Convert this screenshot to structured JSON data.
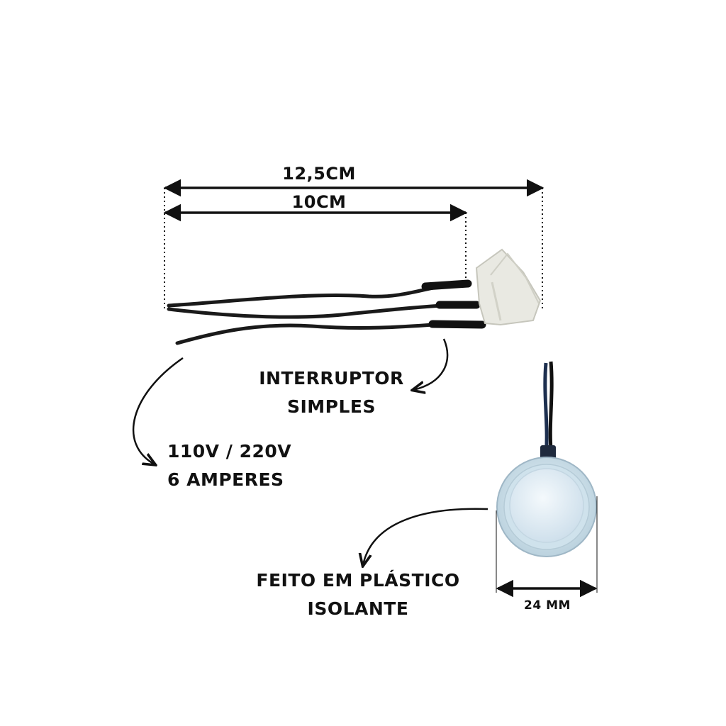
{
  "dimensions": {
    "total_length": "12,5CM",
    "wire_length": "10CM",
    "diameter": "24 MM"
  },
  "labels": {
    "switch_line1": "INTERRUPTOR",
    "switch_line2": "SIMPLES",
    "rating_line1": "110V / 220V",
    "rating_line2": "6 AMPERES",
    "material_line1": "FEITO EM PLÁSTICO",
    "material_line2": "ISOLANTE"
  },
  "colors": {
    "ink": "#111111",
    "switch_body": "#e9e9e2",
    "button_face": "#dde9f2",
    "wire": "#1a1a1a",
    "wire_blue": "#1d2f4f"
  }
}
